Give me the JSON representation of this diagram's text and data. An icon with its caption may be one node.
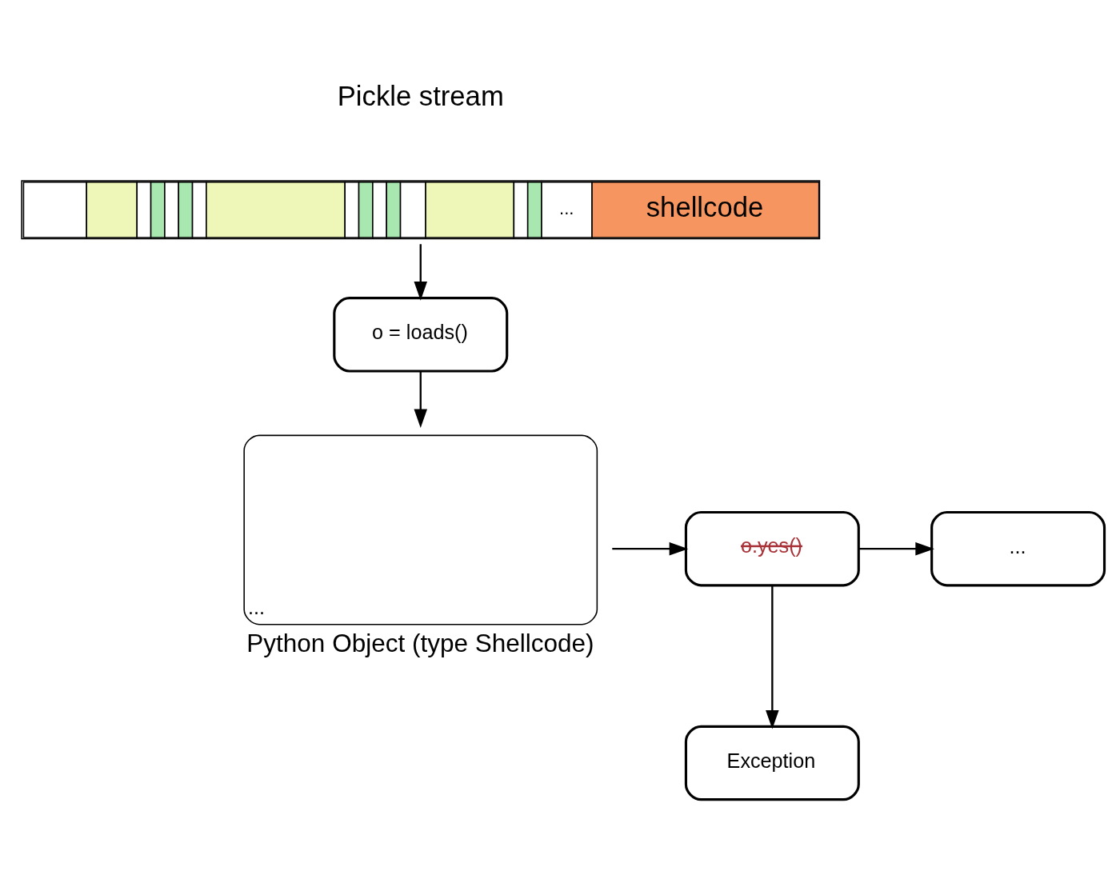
{
  "diagram": {
    "nodes": [
      {
        "text": [
          "...",
          "shellcode"
        ]
      },
      {
        "text": [
          "o = loads()"
        ]
      },
      {
        "text": [
          "...",
          "Python Object (type Shellcode)"
        ]
      },
      {
        "text": [
          "o.yes()"
        ]
      },
      {
        "text": [
          "..."
        ]
      },
      {
        "text": [
          "Exception"
        ]
      }
    ],
    "edges": [
      {
        "from": 0,
        "to": 1,
        "arrow": "to"
      },
      {
        "from": 1,
        "to": 2,
        "arrow": "to"
      },
      {
        "from": 2,
        "to": 3,
        "arrow": "to"
      },
      {
        "from": 3,
        "to": 4,
        "arrow": "to"
      },
      {
        "from": 3,
        "to": 5,
        "arrow": "to"
      }
    ],
    "labels": [
      "Pickle stream"
    ]
  }
}
